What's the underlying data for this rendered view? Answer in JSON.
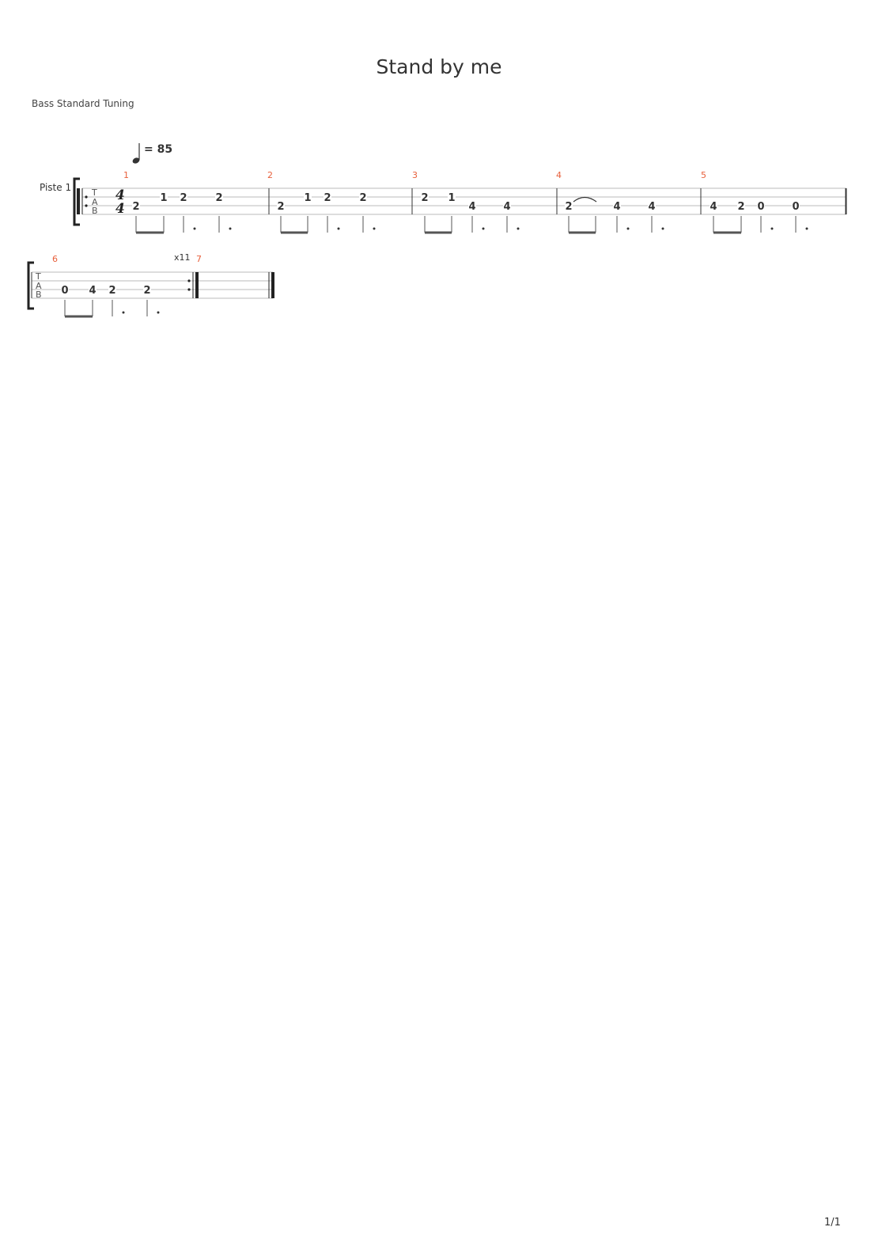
{
  "title": "Stand by me",
  "tuning": "Bass Standard Tuning",
  "tempo": {
    "symbol": "quarter-note",
    "label": "= 85"
  },
  "track_name": "Piste 1",
  "time_signature": {
    "top": "4",
    "bottom": "4"
  },
  "tab_clef": [
    "T",
    "A",
    "B"
  ],
  "repeat_count": "x11",
  "page_number": "1/1",
  "systems": [
    {
      "measures": [
        {
          "number": "1",
          "notes": [
            {
              "fret": "2",
              "string": 3,
              "dur": "8",
              "beam": "start"
            },
            {
              "fret": "1",
              "string": 2,
              "dur": "8",
              "beam": "end"
            },
            {
              "fret": "2",
              "string": 2,
              "dur": "4."
            },
            {
              "fret": "2",
              "string": 2,
              "dur": "4."
            }
          ]
        },
        {
          "number": "2",
          "notes": [
            {
              "fret": "2",
              "string": 3,
              "dur": "8",
              "beam": "start"
            },
            {
              "fret": "1",
              "string": 2,
              "dur": "8",
              "beam": "end"
            },
            {
              "fret": "2",
              "string": 2,
              "dur": "4."
            },
            {
              "fret": "2",
              "string": 2,
              "dur": "4."
            }
          ]
        },
        {
          "number": "3",
          "notes": [
            {
              "fret": "2",
              "string": 2,
              "dur": "8",
              "beam": "start"
            },
            {
              "fret": "1",
              "string": 2,
              "dur": "8",
              "beam": "end"
            },
            {
              "fret": "4",
              "string": 3,
              "dur": "4."
            },
            {
              "fret": "4",
              "string": 3,
              "dur": "4."
            }
          ]
        },
        {
          "number": "4",
          "notes": [
            {
              "fret": "2",
              "string": 3,
              "dur": "8",
              "beam": "start",
              "tie": true
            },
            {
              "fret": "",
              "string": 3,
              "dur": "8",
              "beam": "end"
            },
            {
              "fret": "4",
              "string": 3,
              "dur": "4."
            },
            {
              "fret": "4",
              "string": 3,
              "dur": "4."
            }
          ]
        },
        {
          "number": "5",
          "notes": [
            {
              "fret": "4",
              "string": 3,
              "dur": "8",
              "beam": "start"
            },
            {
              "fret": "2",
              "string": 3,
              "dur": "8",
              "beam": "end"
            },
            {
              "fret": "0",
              "string": 3,
              "dur": "4."
            },
            {
              "fret": "0",
              "string": 3,
              "dur": "4."
            }
          ]
        }
      ]
    },
    {
      "measures": [
        {
          "number": "6",
          "notes": [
            {
              "fret": "0",
              "string": 3,
              "dur": "8",
              "beam": "start"
            },
            {
              "fret": "4",
              "string": 3,
              "dur": "8",
              "beam": "end"
            },
            {
              "fret": "2",
              "string": 3,
              "dur": "4."
            },
            {
              "fret": "2",
              "string": 3,
              "dur": "4."
            }
          ]
        },
        {
          "number": "7",
          "notes": []
        }
      ]
    }
  ]
}
